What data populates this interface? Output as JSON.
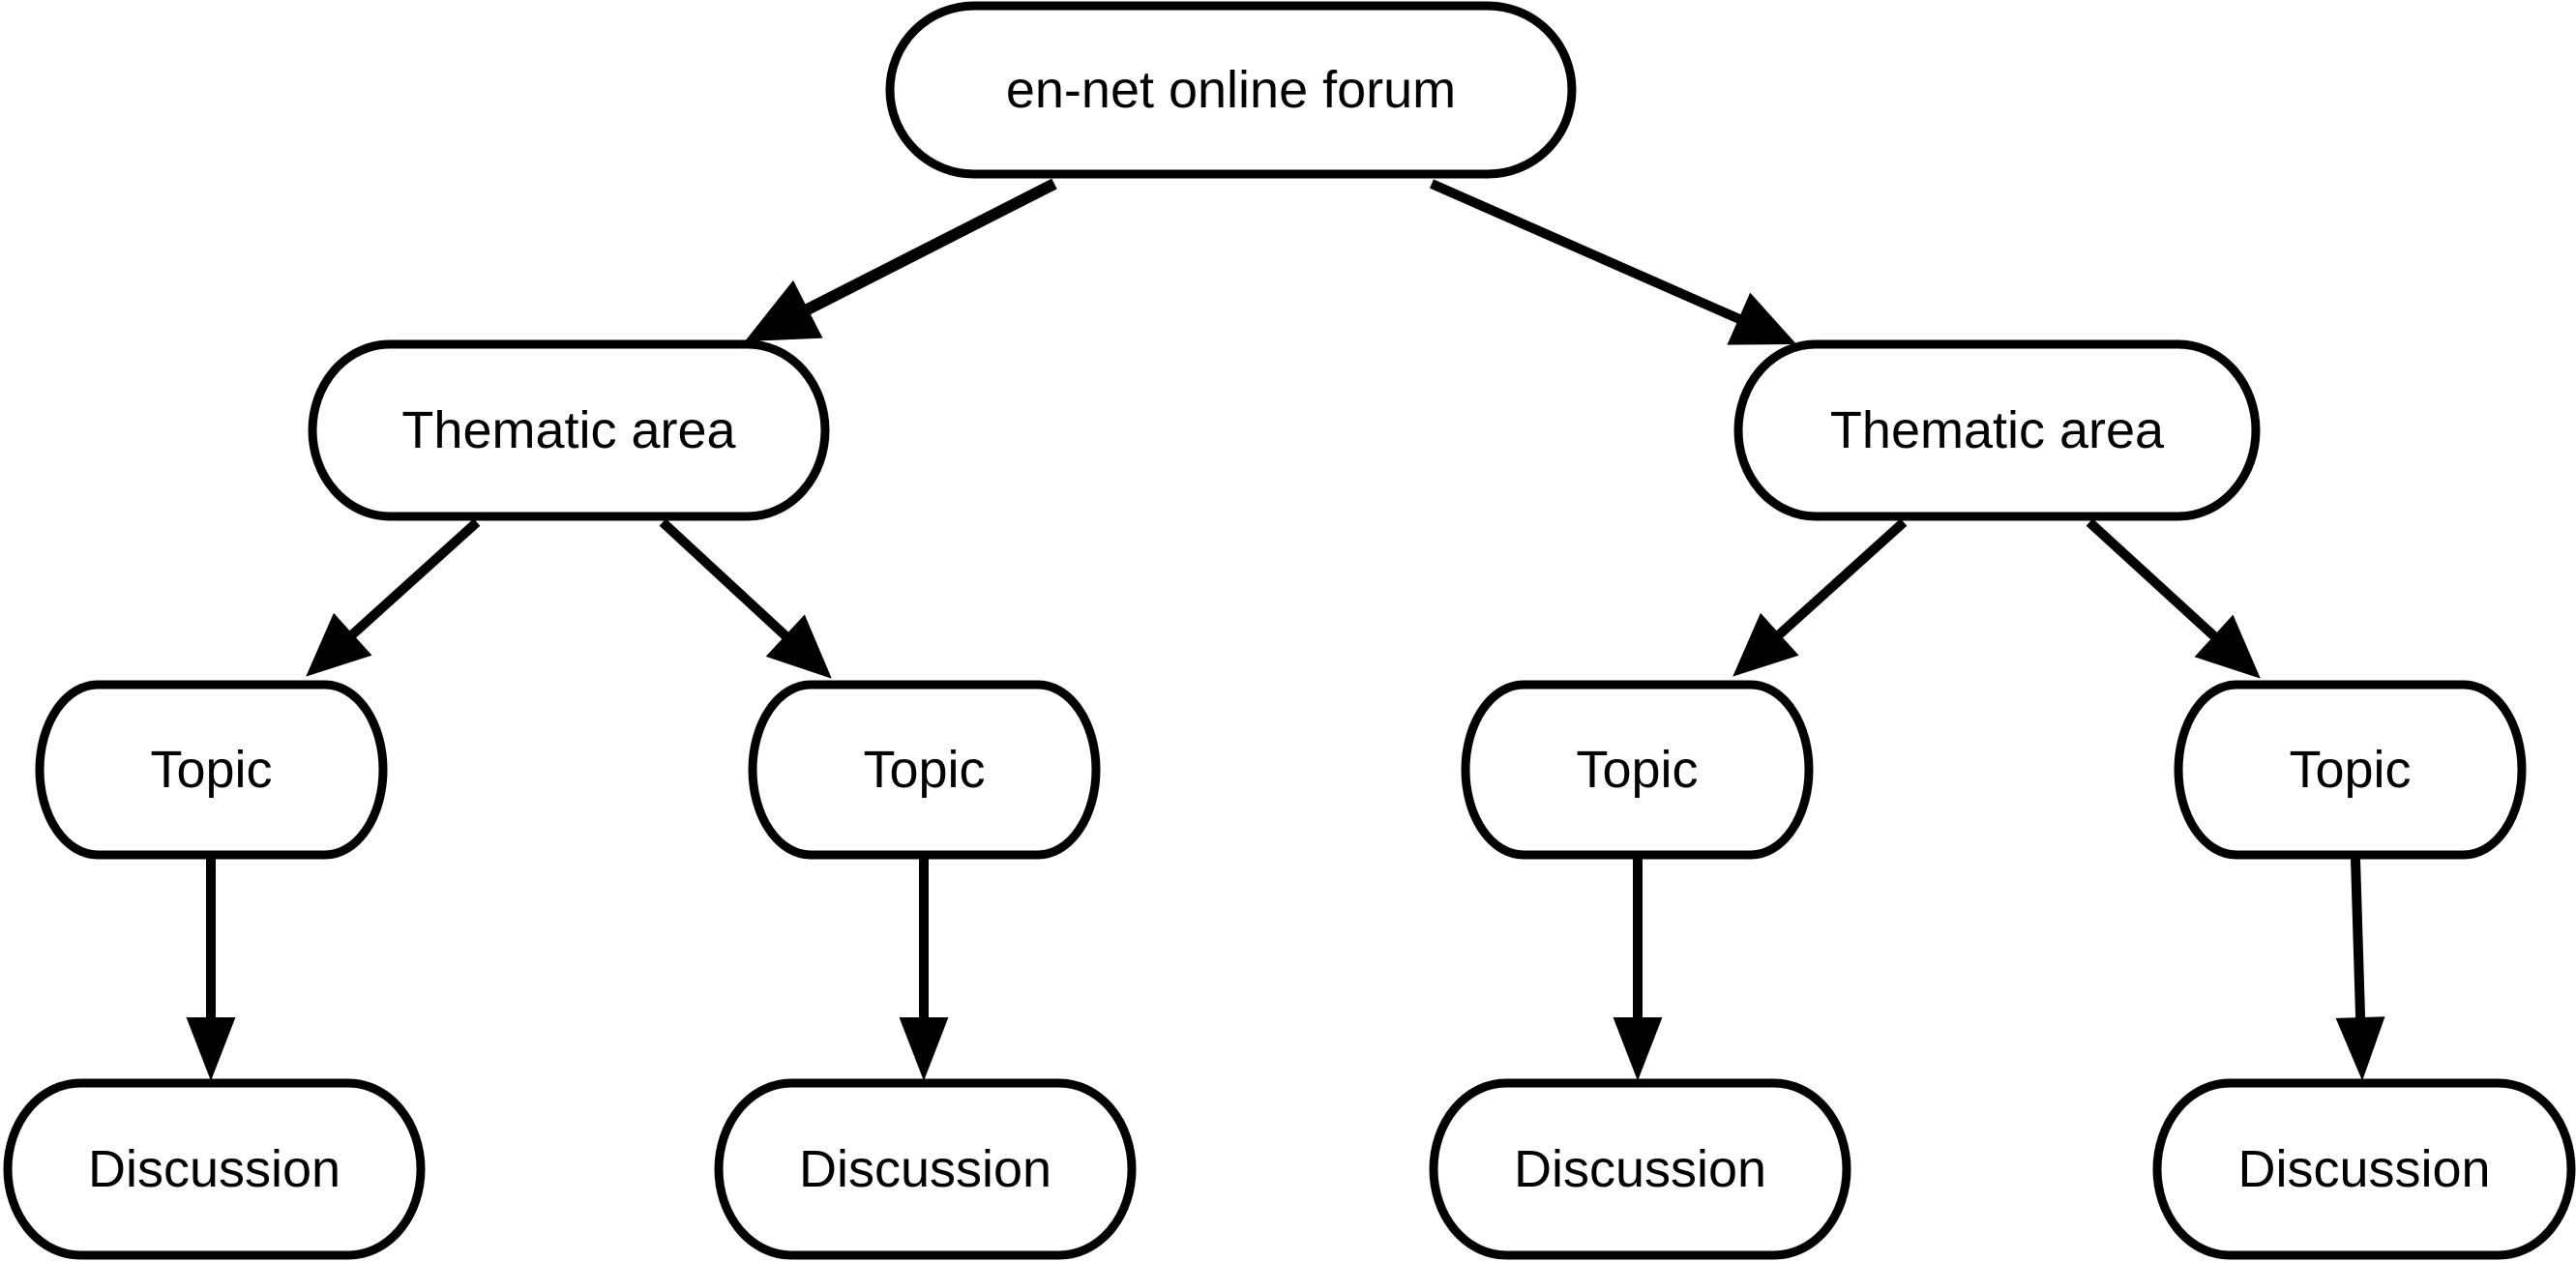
{
  "diagram": {
    "nodes": [
      {
        "id": "root",
        "label": "en-net online forum"
      },
      {
        "id": "area-left",
        "label": "Thematic area"
      },
      {
        "id": "area-right",
        "label": "Thematic area"
      },
      {
        "id": "topic-1",
        "label": "Topic"
      },
      {
        "id": "topic-2",
        "label": "Topic"
      },
      {
        "id": "topic-3",
        "label": "Topic"
      },
      {
        "id": "topic-4",
        "label": "Topic"
      },
      {
        "id": "discussion-1",
        "label": "Discussion"
      },
      {
        "id": "discussion-2",
        "label": "Discussion"
      },
      {
        "id": "discussion-3",
        "label": "Discussion"
      },
      {
        "id": "discussion-4",
        "label": "Discussion"
      }
    ],
    "edges": [
      {
        "from": "root",
        "to": "area-left"
      },
      {
        "from": "root",
        "to": "area-right"
      },
      {
        "from": "area-left",
        "to": "topic-1"
      },
      {
        "from": "area-left",
        "to": "topic-2"
      },
      {
        "from": "area-right",
        "to": "topic-3"
      },
      {
        "from": "area-right",
        "to": "topic-4"
      },
      {
        "from": "topic-1",
        "to": "discussion-1"
      },
      {
        "from": "topic-2",
        "to": "discussion-2"
      },
      {
        "from": "topic-3",
        "to": "discussion-3"
      },
      {
        "from": "topic-4",
        "to": "discussion-4"
      }
    ],
    "colors": {
      "stroke": "#000000",
      "fill": "#ffffff",
      "text": "#000000"
    }
  }
}
